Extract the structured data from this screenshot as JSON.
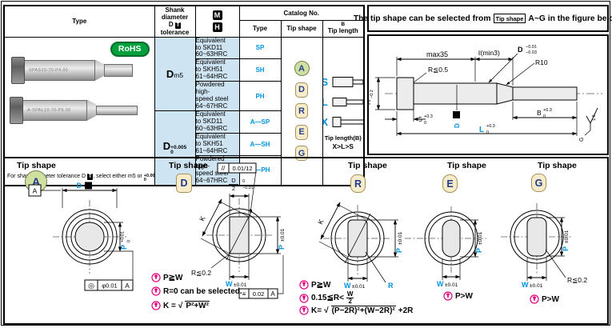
{
  "table": {
    "col_type": "Type",
    "shank_header": {
      "line1": "Shank diameter",
      "d": "D",
      "t_icon": "T",
      "line2": "tolerance"
    },
    "mh": {
      "m": "M",
      "h": "H"
    },
    "catalog_header": "Catalog No.",
    "sub_type": "Type",
    "sub_tip_shape": "Tip shape",
    "sub_tip_length_b": "B",
    "sub_tip_length": "Tip length",
    "rohs": "RoHS",
    "etch_marks": [
      "SPAS10-70-P4.00",
      "A-SPAL10-70-P6.00"
    ],
    "note": {
      "pre": "For shank diameter tolerance D",
      "t_icon": "T",
      "mid": ", select either m5 or",
      "sup": "+0.005",
      "sub": "0",
      "period": "."
    },
    "shank_cells": [
      {
        "d": "D",
        "suffix": "m5"
      },
      {
        "d": "D",
        "sup": "+0.005",
        "sub": "0"
      }
    ],
    "materials": [
      {
        "l1": "Equivalent",
        "l2": "to SKD11",
        "l3": "60~63HRC"
      },
      {
        "l1": "Equivalent",
        "l2": "to SKH51",
        "l3": "61~64HRC"
      },
      {
        "l1": "Powdered high-",
        "l2": "speed steel",
        "l3": "64~67HRC"
      },
      {
        "l1": "Equivalent",
        "l2": "to SKD11",
        "l3": "60~63HRC"
      },
      {
        "l1": "Equivalent",
        "l2": "to SKH51",
        "l3": "61~64HRC"
      },
      {
        "l1": "Powdered high-",
        "l2": "speed steel",
        "l3": "64~67HRC"
      }
    ],
    "types": [
      "SP",
      "SH",
      "PH",
      "A—SP",
      "A—SH",
      "A—PH"
    ],
    "badges": [
      "A",
      "D",
      "R",
      "E",
      "G"
    ],
    "tip_lengths": [
      "S",
      "L",
      "X"
    ],
    "tip_length_caption": "Tip length(B)",
    "tip_length_order": "X>L>S"
  },
  "panel": {
    "header_pre": "The tip shape can be selected from",
    "header_box": "Tip shape",
    "header_post": "A~G in the figure below.",
    "dims": {
      "max35": "max35",
      "r05": "R≦0.5",
      "ell": "ℓ(min3)",
      "d": "D",
      "d_sup": "−0.01",
      "d_sub": "−0.03",
      "r10": "R10",
      "h": "H",
      "h_sup": "0",
      "h_sub": "−0.2",
      "five": "5",
      "tol_sup": "+0.3",
      "tol_sub": "0",
      "d_blue": "D",
      "t_icon": "T",
      "l": "L",
      "b": "B",
      "finish": "1.6",
      "g": "G"
    }
  },
  "tips": {
    "title": "Tip shape",
    "a": {
      "badge": "A",
      "datum": "A",
      "d": "D",
      "t_icon": "T",
      "p": "P",
      "p_sup": "+0.01",
      "p_sub": "0",
      "fcf_sym": "◎",
      "fcf_val": "φ0.01",
      "fcf_datum": "A"
    },
    "d": {
      "badge": "D",
      "par_sym": "//",
      "par_val": "0.01/12",
      "frac_num": "D",
      "frac_den": "2",
      "tol_sup": "0",
      "tol_sub": "−0.01",
      "k": "K",
      "r_note": "R≦0.2",
      "p": "P",
      "p_tol": "±0.01",
      "w": "W",
      "w_tol": "±0.01",
      "sym_sym": "≡",
      "sym_val": "0.02",
      "sym_datum": "A",
      "note1": "P≧W",
      "note2": "R=0 can be selected.",
      "note3_pre": "K =",
      "note3_sqrt": "√",
      "note3_rad": "P²+W²"
    },
    "r": {
      "badge": "R",
      "k": "K",
      "p": "P",
      "p_tol": "±0.01",
      "w": "W",
      "w_tol": "±0.01",
      "r_label": "R",
      "note1": "P≧W",
      "note2_pre": "0.15≦R<",
      "note2_num": "W",
      "note2_den": "2",
      "note3_pre": "K=",
      "note3_sqrt": "√",
      "note3_rad": "(P−2R)²+(W−2R)²",
      "note3_suf": "+2R"
    },
    "e": {
      "badge": "E",
      "p": "P",
      "p_tol": "±0.01",
      "w": "W",
      "w_tol": "±0.01",
      "note1": "P>W"
    },
    "g": {
      "badge": "G",
      "p": "P",
      "p_tol": "±0.01",
      "w": "W",
      "w_tol": "±0.01",
      "r_note": "R≦0.2",
      "note1": "P>W"
    }
  }
}
